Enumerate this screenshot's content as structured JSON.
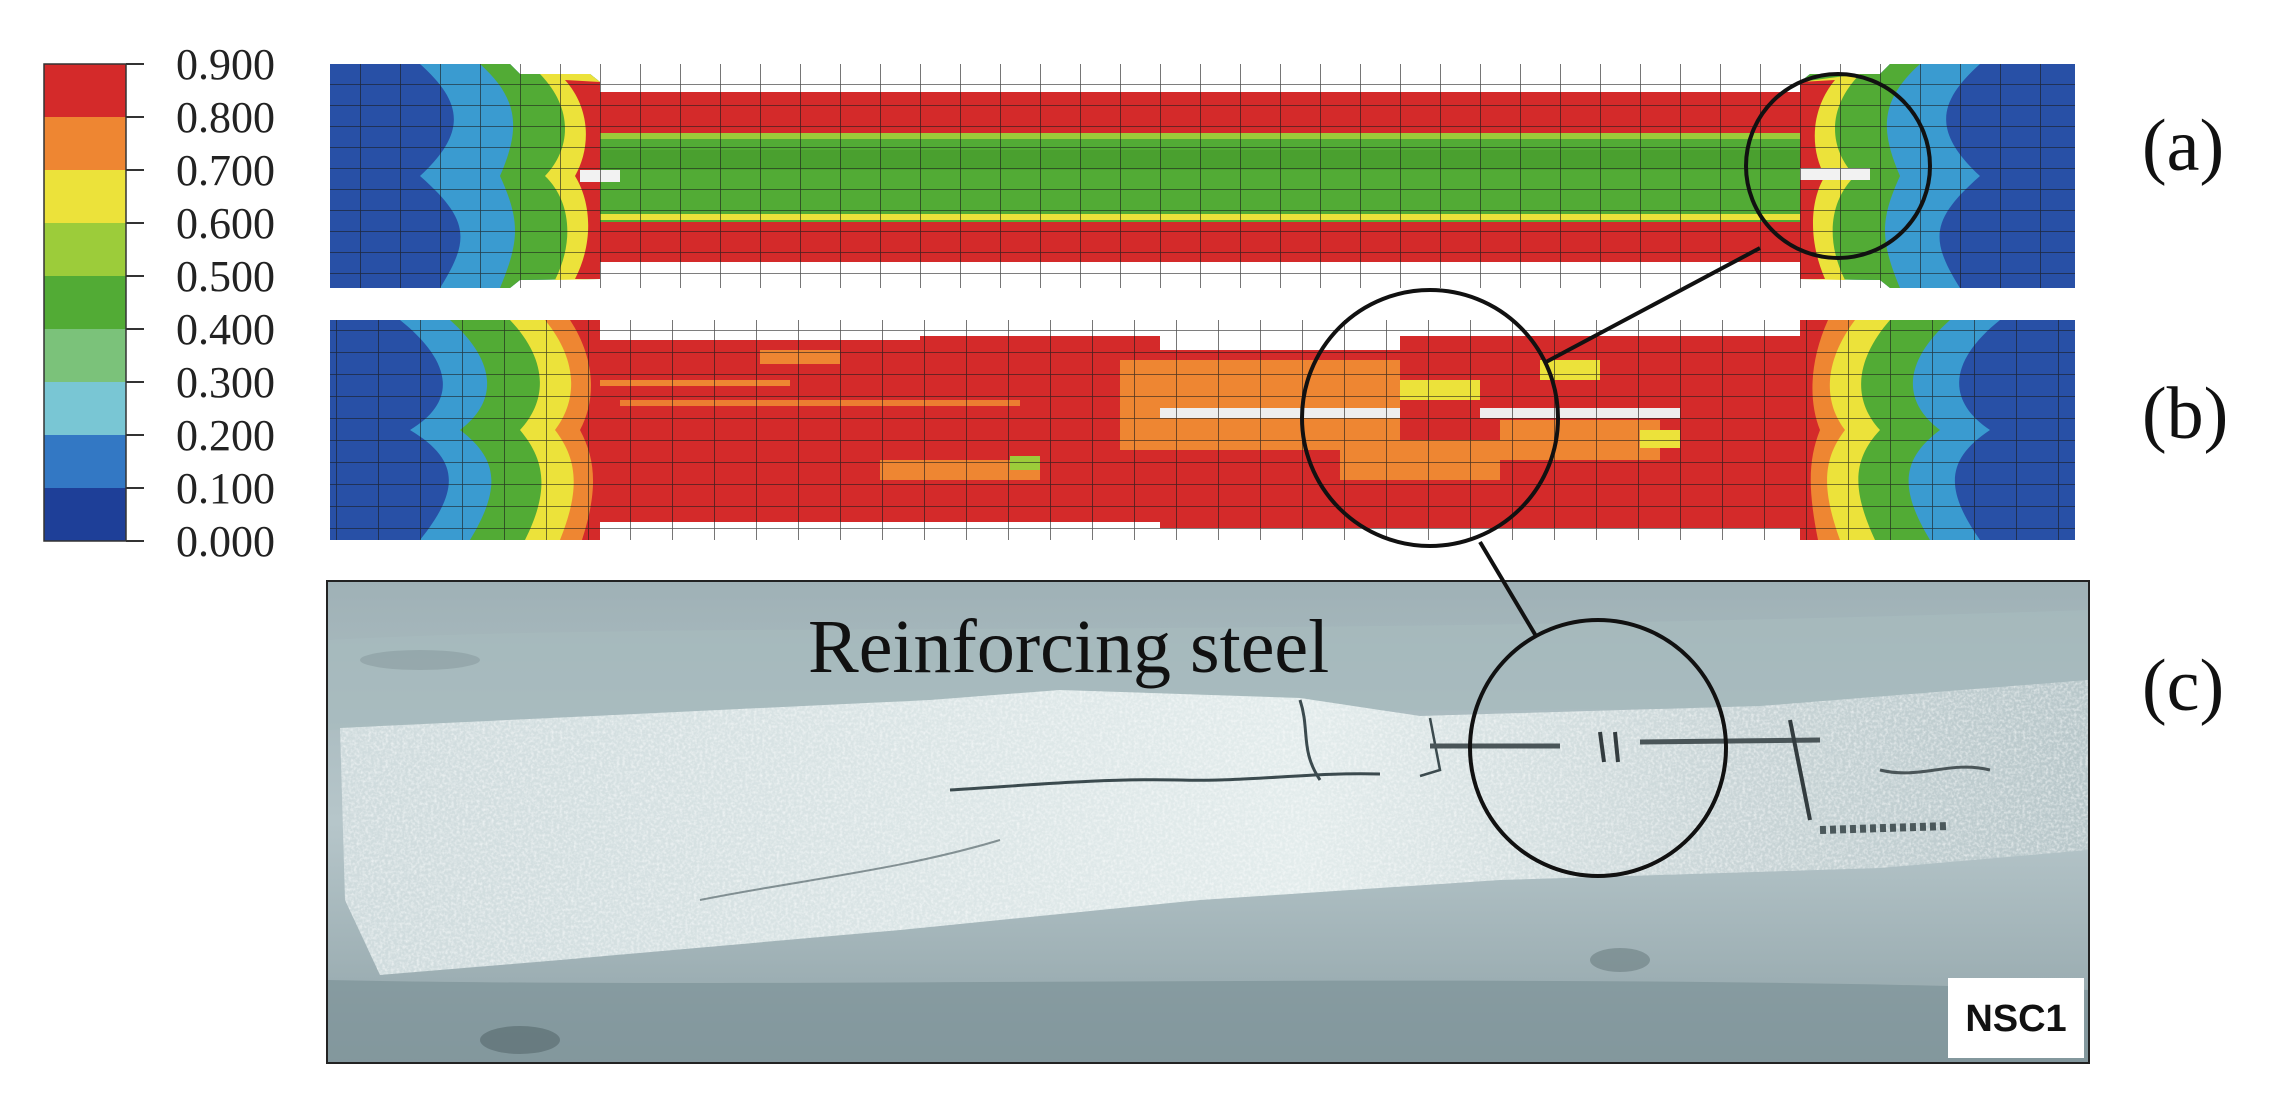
{
  "legend": {
    "ticks": [
      "0.900",
      "0.800",
      "0.700",
      "0.600",
      "0.500",
      "0.400",
      "0.300",
      "0.200",
      "0.100",
      "0.000"
    ],
    "colors": [
      "#d42a2a",
      "#ee8632",
      "#ece23a",
      "#9ccc3a",
      "#52ab35",
      "#7bc27a",
      "#79c6d4",
      "#3378c4",
      "#1e3f98"
    ]
  },
  "panels": {
    "a": "(a)",
    "b": "(b)",
    "c": "(c)"
  },
  "photo": {
    "annotation": "Reinforcing steel",
    "badge": "NSC1"
  }
}
